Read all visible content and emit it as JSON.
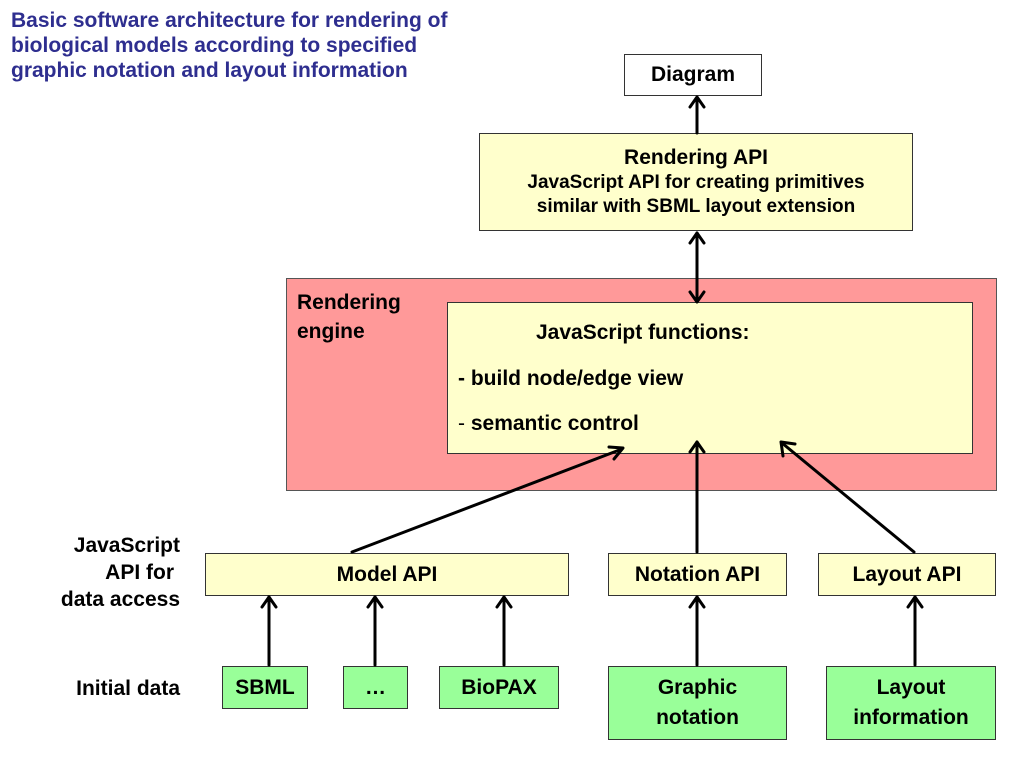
{
  "title": {
    "lines": [
      "Basic software architecture for rendering of",
      "biological models according to specified",
      "graphic notation and layout information"
    ]
  },
  "nodes": {
    "diagram": {
      "label": "Diagram"
    },
    "rendering_api": {
      "title": "Rendering API",
      "desc_line1": "JavaScript API for creating primitives",
      "desc_line2": "similar with SBML layout extension"
    },
    "rendering_engine": {
      "label_line1": "Rendering",
      "label_line2": "engine",
      "functions": {
        "title": "JavaScript functions:",
        "items": [
          {
            "dash": "-",
            "text": "build node/edge view"
          },
          {
            "dash": "-",
            "text": "semantic control"
          }
        ]
      }
    },
    "model_api": {
      "label": "Model API"
    },
    "notation_api": {
      "label": "Notation API"
    },
    "layout_api": {
      "label": "Layout API"
    },
    "sbml": {
      "label": "SBML"
    },
    "ellipsis": {
      "label": "…"
    },
    "biopax": {
      "label": "BioPAX"
    },
    "graphic_notation": {
      "line1": "Graphic",
      "line2": "notation"
    },
    "layout_information": {
      "line1": "Layout",
      "line2": "information"
    }
  },
  "side_labels": {
    "api_layer": {
      "line1": "JavaScript",
      "line2": "API for",
      "line3": "data access"
    },
    "initial_data": {
      "label": "Initial data"
    }
  },
  "edges": [
    {
      "from": "rendering_api",
      "to": "diagram",
      "type": "single"
    },
    {
      "from": "rendering_api",
      "to": "rendering_engine",
      "type": "bidirectional"
    },
    {
      "from": "model_api",
      "to": "rendering_engine",
      "type": "single"
    },
    {
      "from": "notation_api",
      "to": "rendering_engine",
      "type": "single"
    },
    {
      "from": "layout_api",
      "to": "rendering_engine",
      "type": "single"
    },
    {
      "from": "sbml",
      "to": "model_api",
      "type": "single"
    },
    {
      "from": "ellipsis",
      "to": "model_api",
      "type": "single"
    },
    {
      "from": "biopax",
      "to": "model_api",
      "type": "single"
    },
    {
      "from": "graphic_notation",
      "to": "notation_api",
      "type": "single"
    },
    {
      "from": "layout_information",
      "to": "layout_api",
      "type": "single"
    }
  ],
  "colors": {
    "title": "#2e2e8f",
    "api_box": "#ffffcc",
    "data_box": "#99ff99",
    "engine_bg": "#ff9999"
  }
}
